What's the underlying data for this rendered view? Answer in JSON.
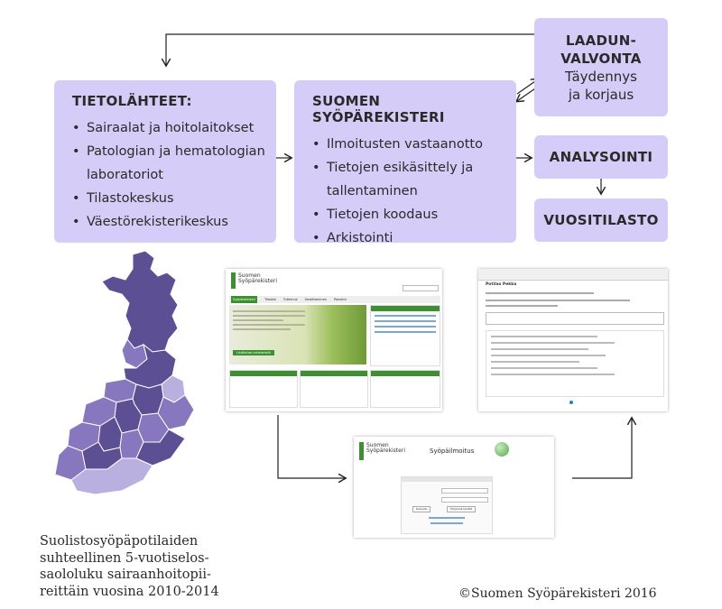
{
  "boxes": {
    "sources": {
      "title": "TIETOLÄHTEET:",
      "items": [
        "Sairaalat ja hoitolaitokset",
        "Patologian ja hematologian",
        "laboratoriot",
        "Tilastokeskus",
        "Väestörekisterikeskus"
      ]
    },
    "registry": {
      "title": "SUOMEN SYÖPÄREKISTERI",
      "items": [
        "Ilmoitusten vastaanotto",
        "Tietojen esikäsittely ja",
        "tallentaminen",
        "Tietojen koodaus",
        "Arkistointi"
      ]
    },
    "quality": {
      "title_line1": "LAADUN-",
      "title_line2": "VALVONTA",
      "sub_line1": "Täydennys",
      "sub_line2": "ja korjaus"
    },
    "analysis": {
      "title": "ANALYSOINTI"
    },
    "yearly": {
      "title": "VUOSITILASTO"
    }
  },
  "caption": {
    "lines": [
      "Suolistosyöpäpotilaiden",
      "suhteellinen 5-vuotiselos-",
      "saololuku sairaanhoitopii-",
      "reittäin vuosina 2010-2014"
    ]
  },
  "copyright": "©Suomen Syöpärekisteri 2016",
  "screenshots": {
    "website": {
      "logo_line1": "Suomen",
      "logo_line2": "Syöpärekisteri",
      "nav": [
        "Syöpärekisteri",
        "Tilastot",
        "Tutkimus",
        "Ilmoittaminen",
        "Palvelut"
      ],
      "button": "Lisätietoa rekisteristä"
    },
    "login": {
      "logo_line1": "Suomen",
      "logo_line2": "Syöpärekisteri",
      "title": "Syöpäilmoitus",
      "button1": "Kirjaudu",
      "button2": "Tyhjennä kentät"
    },
    "form": {
      "title": "Potilas Pekka"
    }
  },
  "colors": {
    "box": "#d5cdf7",
    "map_dark": "#5d4f93",
    "map_mid": "#8677bf",
    "map_light": "#b9b0e0",
    "web_green": "#3d8f2f"
  }
}
